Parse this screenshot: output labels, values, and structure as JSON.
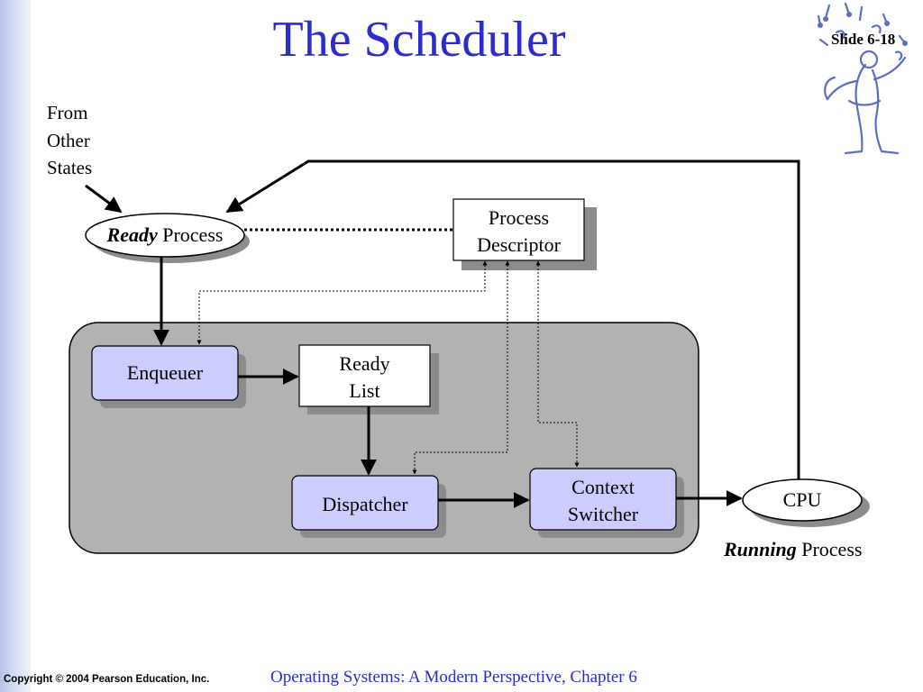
{
  "slide": {
    "title": "The Scheduler",
    "number": "Slide 6-18"
  },
  "diagram": {
    "from_states": [
      "From",
      "Other",
      "States"
    ],
    "ready_process": {
      "emphasis": "Ready",
      "rest": "Process"
    },
    "process_descriptor": [
      "Process",
      "Descriptor"
    ],
    "enqueuer": "Enqueuer",
    "ready_list": [
      "Ready",
      "List"
    ],
    "dispatcher": "Dispatcher",
    "context_switcher": [
      "Context",
      "Switcher"
    ],
    "cpu": "CPU",
    "running_process": {
      "emphasis": "Running",
      "rest": "Process"
    }
  },
  "footer": {
    "copyright": "Copyright © 2004 Pearson Education, Inc.",
    "course": "Operating Systems: A Modern Perspective, Chapter 6"
  },
  "colors": {
    "title": "#2b2bcf",
    "module_fill": "#ccccff",
    "scheduler_region": "#b2b2b2",
    "shadow": "#8c8c8c"
  },
  "icons": [
    "musician-logo-icon"
  ]
}
